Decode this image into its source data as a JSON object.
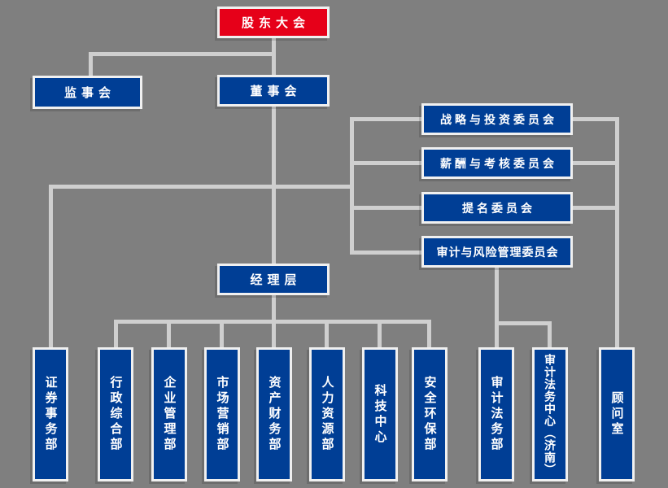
{
  "chart_type": "organization-chart",
  "colors": {
    "background": "#7f7f7f",
    "connector": "#cfcfcf",
    "node_fill": "#003e95",
    "root_fill": "#e60019",
    "node_border": "#f0f0f0",
    "node_text": "#ffffff"
  },
  "org_chart": {
    "root": {
      "label": "股东大会"
    },
    "supervisory_board": {
      "label": "监事会"
    },
    "board_of_directors": {
      "label": "董事会"
    },
    "committees": [
      {
        "label": "战略与投资委员会"
      },
      {
        "label": "薪酬与考核委员会"
      },
      {
        "label": "提名委员会"
      },
      {
        "label": "审计与风险管理委员会"
      }
    ],
    "management": {
      "label": "经理层"
    },
    "departments": [
      {
        "label": "证券事务部"
      },
      {
        "label": "行政综合部"
      },
      {
        "label": "企业管理部"
      },
      {
        "label": "市场营销部"
      },
      {
        "label": "资产财务部"
      },
      {
        "label": "人力资源部"
      },
      {
        "label": "科技中心"
      },
      {
        "label": "安全环保部"
      },
      {
        "label": "审计法务部"
      },
      {
        "label": "审计法务中心（济南）"
      },
      {
        "label": "顾问室"
      }
    ]
  }
}
